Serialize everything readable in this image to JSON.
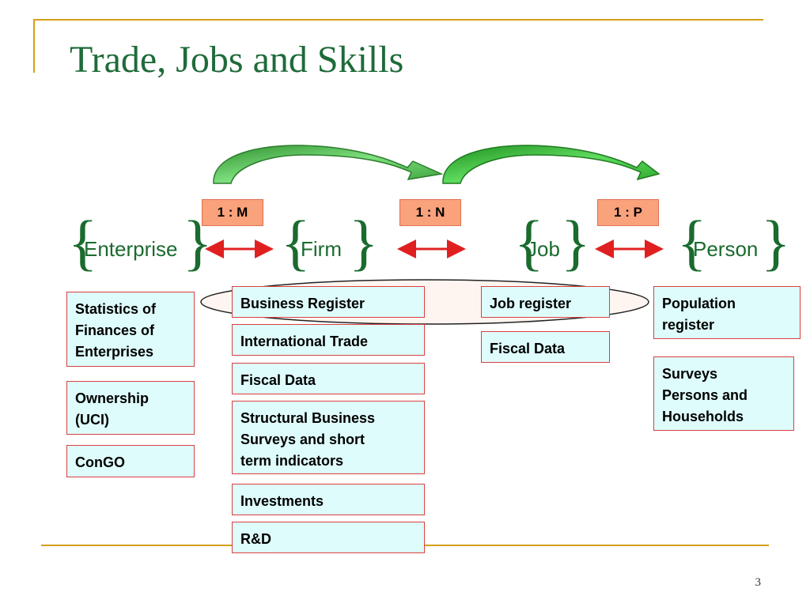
{
  "slide": {
    "title": "Trade, Jobs and Skills",
    "page_number": "3"
  },
  "entities": {
    "enterprise": "Enterprise",
    "firm": "Firm",
    "job": "Job",
    "person": "Person"
  },
  "ratios": {
    "r1": "1 : M",
    "r2": "1 : N",
    "r3": "1 : P"
  },
  "enterprise_sources": [
    "Statistics of\nFinances of\nEnterprises",
    "Ownership\n(UCI)",
    "ConGO"
  ],
  "firm_sources": [
    "Business Register",
    "International Trade",
    "Fiscal Data",
    "Structural Business\nSurveys and short\nterm indicators",
    "Investments",
    "R&D"
  ],
  "job_sources": [
    "Job register",
    "Fiscal Data"
  ],
  "person_sources": [
    "Population\nregister",
    "Surveys\nPersons and\nHouseholds"
  ],
  "colors": {
    "title": "#1f6b3a",
    "accent_line": "#d4a017",
    "box_fill": "#dffcfc",
    "box_border": "#d94040",
    "ratio_fill": "#f9a27c",
    "arrow_red": "#e02020",
    "curved_arrow_green": "#4cc54c"
  }
}
